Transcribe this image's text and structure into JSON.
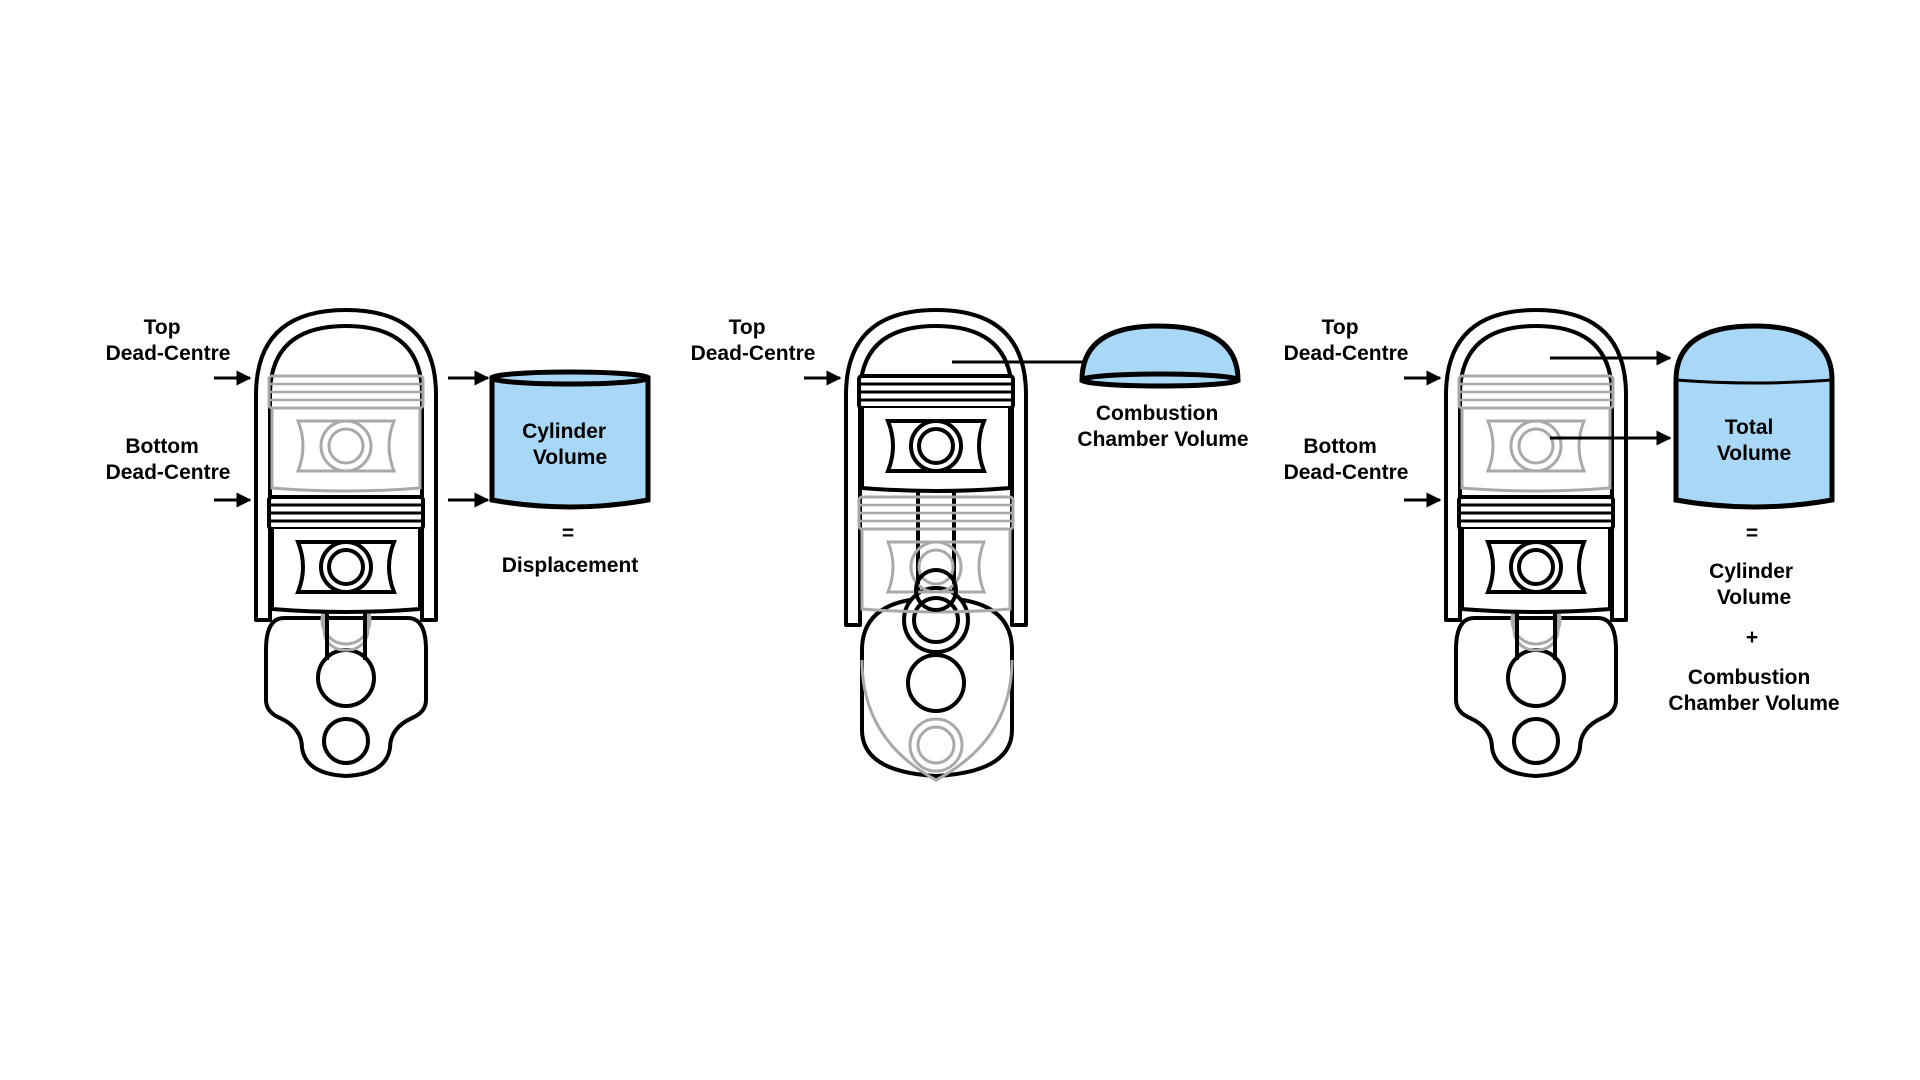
{
  "colors": {
    "volume_fill": "#a8d8f5",
    "ink": "#000000",
    "ghost": "#a9a9a9",
    "background": "#ffffff"
  },
  "panels": [
    {
      "id": "displacement",
      "top_label": [
        "Top",
        "Dead-Centre"
      ],
      "bottom_label": [
        "Bottom",
        "Dead-Centre"
      ],
      "volume_label": [
        "Cylinder",
        "Volume"
      ],
      "equals": "=",
      "result": "Displacement"
    },
    {
      "id": "combustion",
      "top_label": [
        "Top",
        "Dead-Centre"
      ],
      "volume_label": [
        "Combustion",
        "Chamber Volume"
      ]
    },
    {
      "id": "total",
      "top_label": [
        "Top",
        "Dead-Centre"
      ],
      "bottom_label": [
        "Bottom",
        "Dead-Centre"
      ],
      "volume_label": [
        "Total",
        "Volume"
      ],
      "equals": "=",
      "term1": [
        "Cylinder",
        "Volume"
      ],
      "plus": "+",
      "term2": [
        "Combustion",
        "Chamber Volume"
      ]
    }
  ]
}
